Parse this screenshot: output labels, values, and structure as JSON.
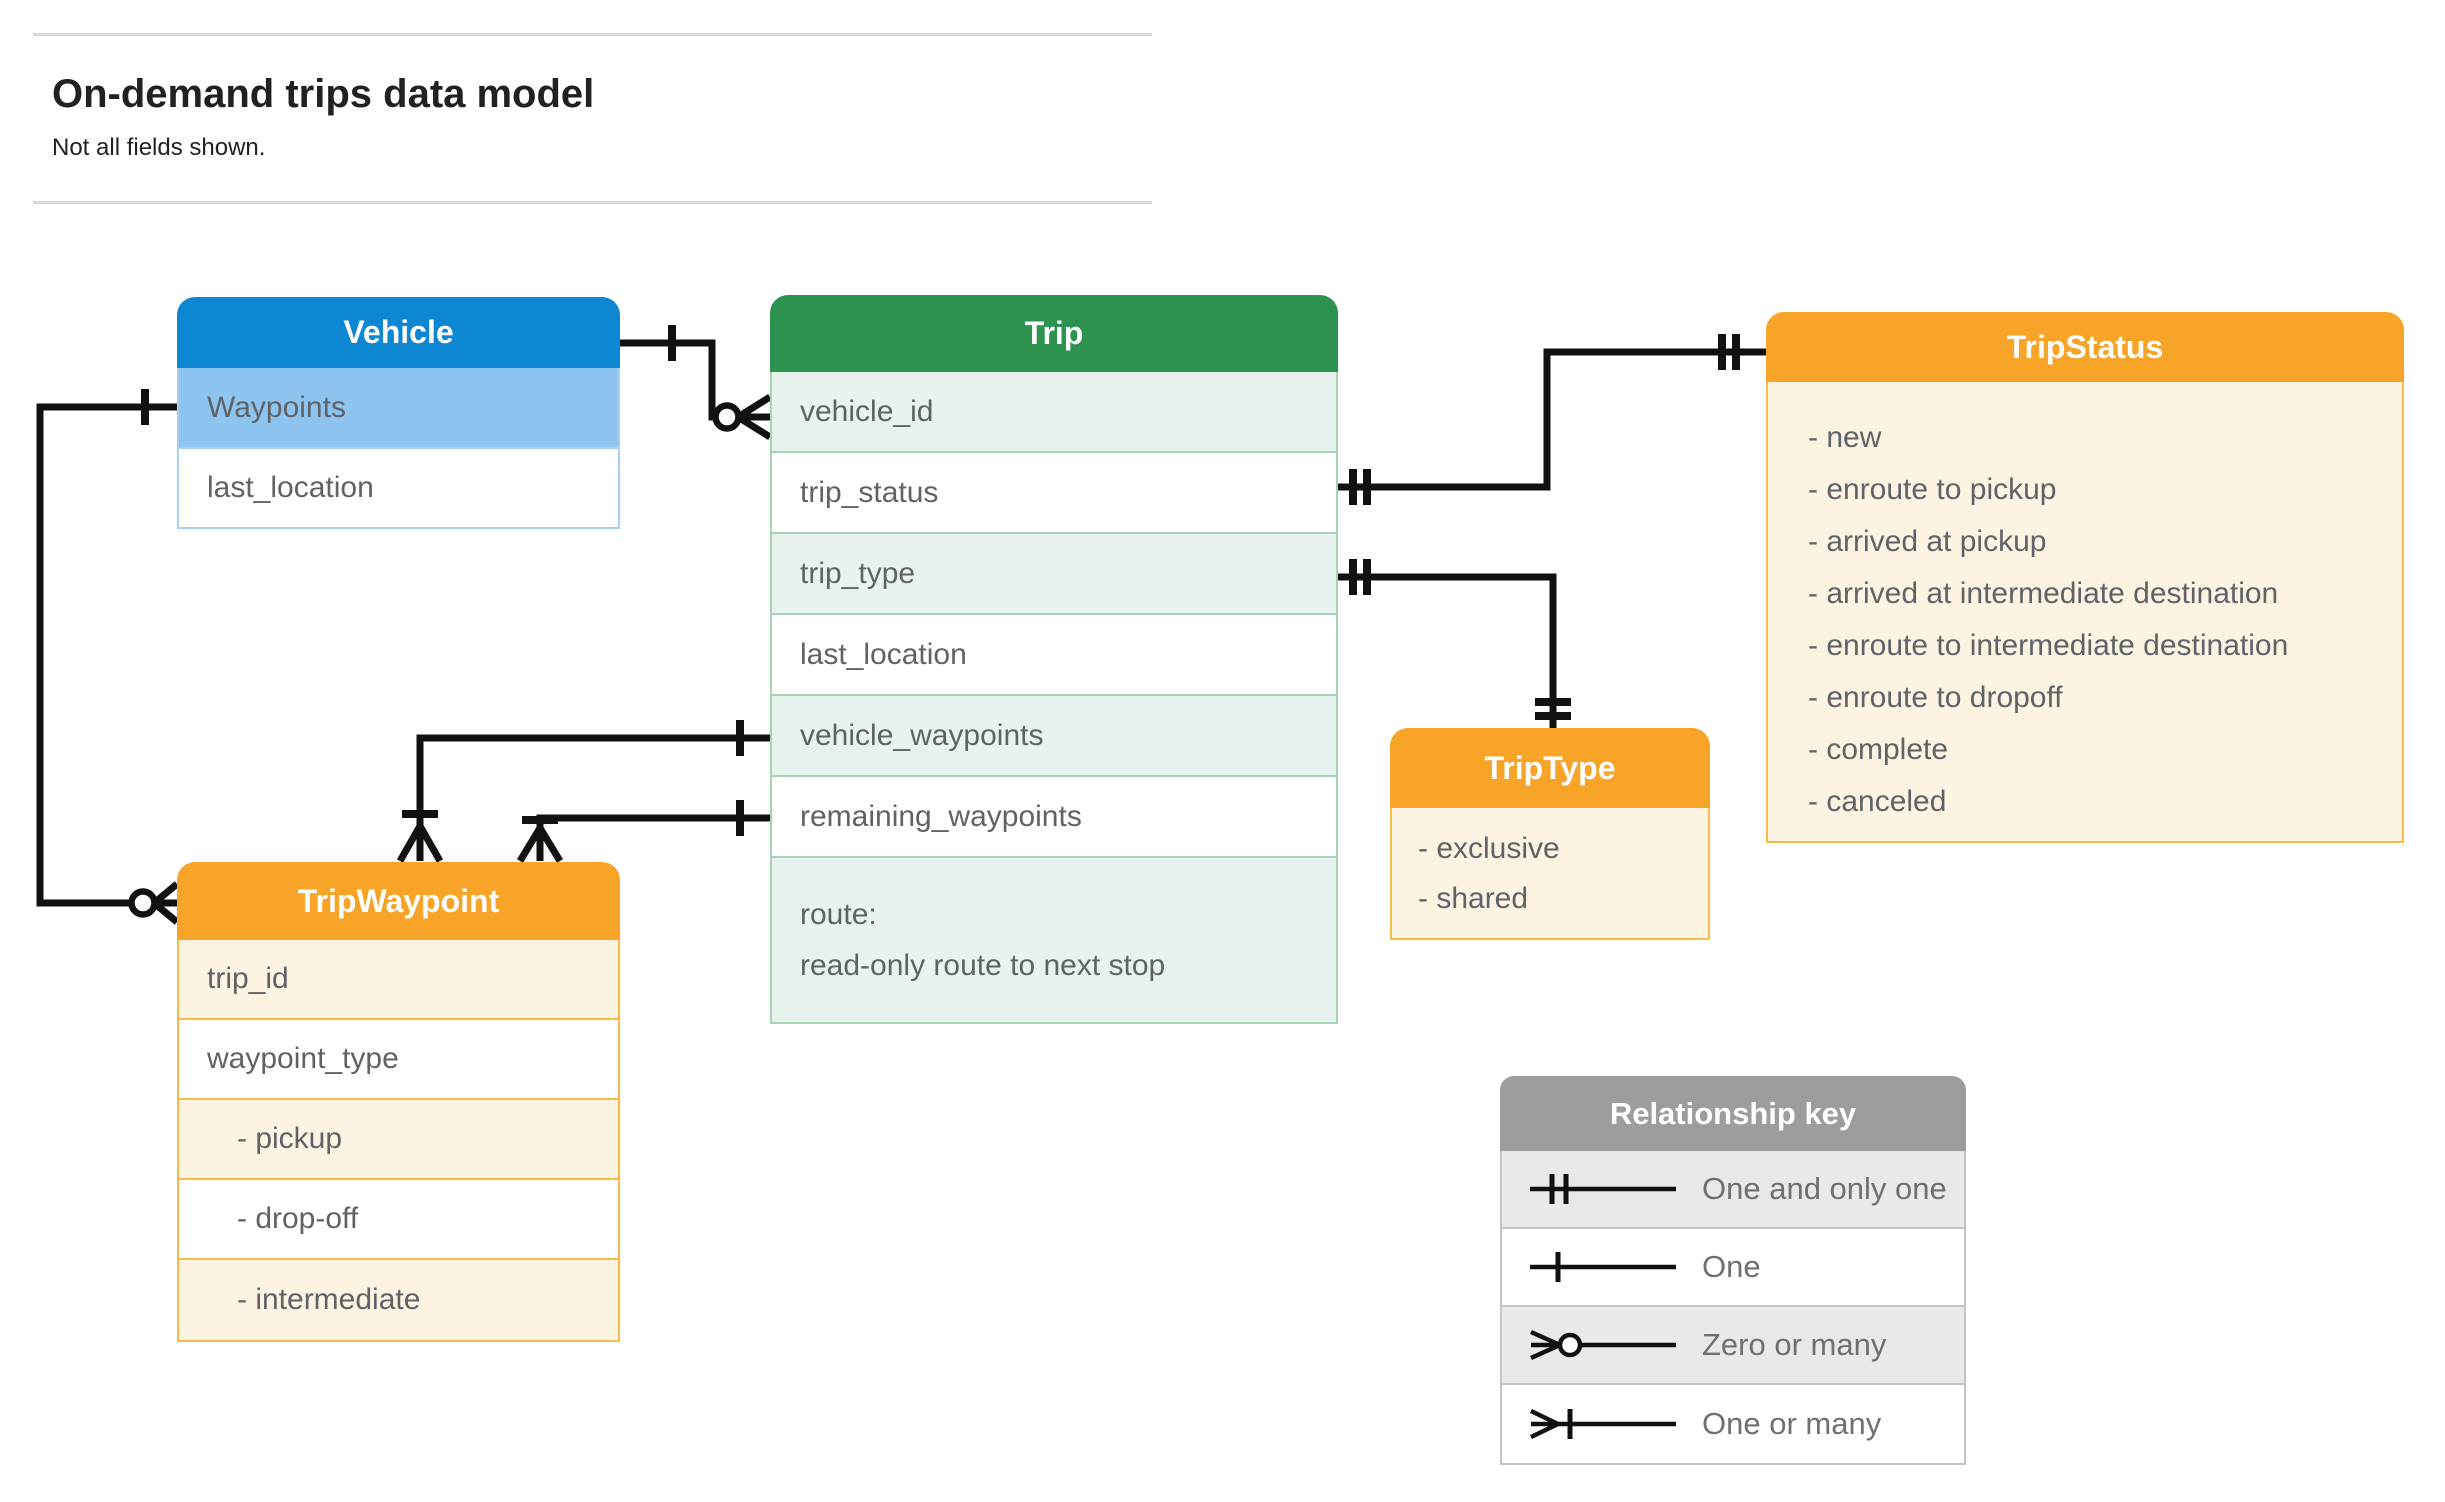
{
  "page": {
    "title": "On-demand trips data model",
    "subtitle": "Not all fields shown."
  },
  "entities": {
    "vehicle": {
      "title": "Vehicle",
      "rows": [
        {
          "label": "Waypoints"
        },
        {
          "label": "last_location"
        }
      ]
    },
    "trip": {
      "title": "Trip",
      "rows": [
        {
          "label": "vehicle_id"
        },
        {
          "label": "trip_status"
        },
        {
          "label": "trip_type"
        },
        {
          "label": "last_location"
        },
        {
          "label": "vehicle_waypoints"
        },
        {
          "label": "remaining_waypoints"
        },
        {
          "label": "route:",
          "label2": "read-only route to next stop"
        }
      ]
    },
    "trip_status": {
      "title": "TripStatus",
      "items": [
        "- new",
        "- enroute to pickup",
        "- arrived at pickup",
        "- arrived at intermediate destination",
        "- enroute to intermediate destination",
        "- enroute to dropoff",
        "- complete",
        "- canceled"
      ]
    },
    "trip_type": {
      "title": "TripType",
      "items": [
        "- exclusive",
        "- shared"
      ]
    },
    "trip_waypoint": {
      "title": "TripWaypoint",
      "rows": [
        {
          "label": "trip_id"
        },
        {
          "label": "waypoint_type"
        },
        {
          "label": "- pickup"
        },
        {
          "label": "- drop-off"
        },
        {
          "label": "- intermediate"
        }
      ]
    }
  },
  "legend": {
    "title": "Relationship key",
    "rows": [
      {
        "symbol": "one-and-only-one",
        "label": "One and only one"
      },
      {
        "symbol": "one",
        "label": "One"
      },
      {
        "symbol": "zero-or-many",
        "label": "Zero or many"
      },
      {
        "symbol": "one-or-many",
        "label": "One or many"
      }
    ]
  },
  "relationships": [
    {
      "from": "Vehicle",
      "to": "Trip.vehicle_id",
      "from_cardinality": "one",
      "to_cardinality": "zero or many"
    },
    {
      "from": "Vehicle.Waypoints",
      "to": "TripWaypoint",
      "from_cardinality": "one",
      "to_cardinality": "zero or many"
    },
    {
      "from": "Trip.trip_status",
      "to": "TripStatus",
      "from_cardinality": "one and only one",
      "to_cardinality": "one and only one"
    },
    {
      "from": "Trip.trip_type",
      "to": "TripType",
      "from_cardinality": "one and only one",
      "to_cardinality": "one and only one"
    },
    {
      "from": "Trip.vehicle_waypoints",
      "to": "TripWaypoint",
      "from_cardinality": "one",
      "to_cardinality": "one or many"
    },
    {
      "from": "Trip.remaining_waypoints",
      "to": "TripWaypoint",
      "from_cardinality": "one",
      "to_cardinality": "one or many"
    }
  ],
  "colors": {
    "blue_header": "#0e87d3",
    "blue_highlight_row": "#8dc4f0",
    "green_header": "#2d9150",
    "green_row": "#e9f3ed",
    "orange_header": "#f7a428",
    "cream_row": "#fdf3e3",
    "gray_header": "#9d9d9d",
    "gray_row": "#e9e9e9",
    "row_text": "#5f6368",
    "header_text": "#ffffff",
    "connector_line": "#111111"
  }
}
